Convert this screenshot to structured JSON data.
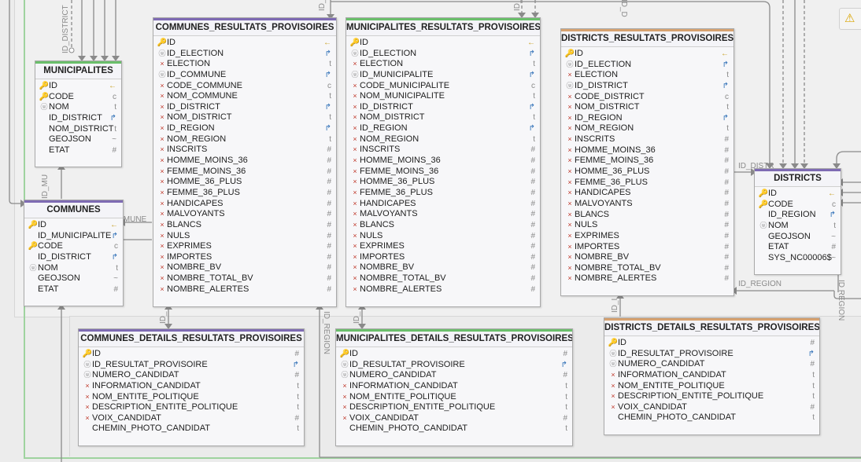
{
  "colors": {
    "purple": "#7e6bb3",
    "green": "#6bbf6b",
    "orange": "#d7a26f",
    "fk": "#2f6fb7",
    "key": "#c9a227"
  },
  "warning_icon": "warning-icon",
  "relation_labels": {
    "id_district_top": "ID_DISTRICT",
    "id_mu": "ID_MU",
    "imune": "IMUNE",
    "id_dist": "ID_DISTR",
    "id_region_right": "ID_REGION",
    "id_region_mid": "ID_REGION",
    "id_region_vert": "ID REGION",
    "id_small1": "ID_",
    "id_small2": "ID_",
    "id_small3": "ID_",
    "id_small4": "ID_",
    "id_i": "ID_I",
    "id_d": "ID_D"
  },
  "tables": {
    "municipalites": {
      "title": "MUNICIPALITES",
      "rows": [
        {
          "icon": "key",
          "name": "ID",
          "type": "←"
        },
        {
          "icon": "key-u",
          "name": "CODE",
          "type": "c"
        },
        {
          "icon": "u",
          "name": "NOM",
          "type": "t"
        },
        {
          "icon": "none",
          "name": "ID_DISTRICT",
          "type": "↱"
        },
        {
          "icon": "none",
          "name": "NOM_DISTRICT",
          "type": "t"
        },
        {
          "icon": "none",
          "name": "GEOJSON",
          "type": "~"
        },
        {
          "icon": "none",
          "name": "ETAT",
          "type": "#"
        }
      ]
    },
    "communes": {
      "title": "COMMUNES",
      "rows": [
        {
          "icon": "key",
          "name": "ID",
          "type": "←"
        },
        {
          "icon": "none",
          "name": "ID_MUNICIPALITE",
          "type": "↱"
        },
        {
          "icon": "key-u",
          "name": "CODE",
          "type": "c"
        },
        {
          "icon": "none",
          "name": "ID_DISTRICT",
          "type": "↱"
        },
        {
          "icon": "u",
          "name": "NOM",
          "type": "t"
        },
        {
          "icon": "none",
          "name": "GEOJSON",
          "type": "~"
        },
        {
          "icon": "none",
          "name": "ETAT",
          "type": "#"
        }
      ]
    },
    "communes_resultats_provisoires": {
      "title": "COMMUNES_RESULTATS_PROVISOIRES",
      "rows": [
        {
          "icon": "key",
          "name": "ID",
          "type": "←"
        },
        {
          "icon": "u",
          "name": "ID_ELECTION",
          "type": "↱"
        },
        {
          "icon": "x",
          "name": "ELECTION",
          "type": "t"
        },
        {
          "icon": "u",
          "name": "ID_COMMUNE",
          "type": "↱"
        },
        {
          "icon": "x",
          "name": "CODE_COMMUNE",
          "type": "c"
        },
        {
          "icon": "x",
          "name": "NOM_COMMUNE",
          "type": "t"
        },
        {
          "icon": "x",
          "name": "ID_DISTRICT",
          "type": "↱"
        },
        {
          "icon": "x",
          "name": "NOM_DISTRICT",
          "type": "t"
        },
        {
          "icon": "x",
          "name": "ID_REGION",
          "type": "↱"
        },
        {
          "icon": "x",
          "name": "NOM_REGION",
          "type": "t"
        },
        {
          "icon": "x",
          "name": "INSCRITS",
          "type": "#"
        },
        {
          "icon": "x",
          "name": "HOMME_MOINS_36",
          "type": "#"
        },
        {
          "icon": "x",
          "name": "FEMME_MOINS_36",
          "type": "#"
        },
        {
          "icon": "x",
          "name": "HOMME_36_PLUS",
          "type": "#"
        },
        {
          "icon": "x",
          "name": "FEMME_36_PLUS",
          "type": "#"
        },
        {
          "icon": "x",
          "name": "HANDICAPES",
          "type": "#"
        },
        {
          "icon": "x",
          "name": "MALVOYANTS",
          "type": "#"
        },
        {
          "icon": "x",
          "name": "BLANCS",
          "type": "#"
        },
        {
          "icon": "x",
          "name": "NULS",
          "type": "#"
        },
        {
          "icon": "x",
          "name": "EXPRIMES",
          "type": "#"
        },
        {
          "icon": "x",
          "name": "IMPORTES",
          "type": "#"
        },
        {
          "icon": "x",
          "name": "NOMBRE_BV",
          "type": "#"
        },
        {
          "icon": "x",
          "name": "NOMBRE_TOTAL_BV",
          "type": "#"
        },
        {
          "icon": "x",
          "name": "NOMBRE_ALERTES",
          "type": "#"
        }
      ]
    },
    "municipalites_resultats_provisoires": {
      "title": "MUNICIPALITES_RESULTATS_PROVISOIRES",
      "rows": [
        {
          "icon": "key",
          "name": "ID",
          "type": "←"
        },
        {
          "icon": "u",
          "name": "ID_ELECTION",
          "type": "↱"
        },
        {
          "icon": "x",
          "name": "ELECTION",
          "type": "t"
        },
        {
          "icon": "u",
          "name": "ID_MUNICIPALITE",
          "type": "↱"
        },
        {
          "icon": "x",
          "name": "CODE_MUNICIPALITE",
          "type": "c"
        },
        {
          "icon": "x",
          "name": "NOM_MUNICIPALITE",
          "type": "t"
        },
        {
          "icon": "x",
          "name": "ID_DISTRICT",
          "type": "↱"
        },
        {
          "icon": "x",
          "name": "NOM_DISTRICT",
          "type": "t"
        },
        {
          "icon": "x",
          "name": "ID_REGION",
          "type": "↱"
        },
        {
          "icon": "x",
          "name": "NOM_REGION",
          "type": "t"
        },
        {
          "icon": "x",
          "name": "INSCRITS",
          "type": "#"
        },
        {
          "icon": "x",
          "name": "HOMME_MOINS_36",
          "type": "#"
        },
        {
          "icon": "x",
          "name": "FEMME_MOINS_36",
          "type": "#"
        },
        {
          "icon": "x",
          "name": "HOMME_36_PLUS",
          "type": "#"
        },
        {
          "icon": "x",
          "name": "FEMME_36_PLUS",
          "type": "#"
        },
        {
          "icon": "x",
          "name": "HANDICAPES",
          "type": "#"
        },
        {
          "icon": "x",
          "name": "MALVOYANTS",
          "type": "#"
        },
        {
          "icon": "x",
          "name": "BLANCS",
          "type": "#"
        },
        {
          "icon": "x",
          "name": "NULS",
          "type": "#"
        },
        {
          "icon": "x",
          "name": "EXPRIMES",
          "type": "#"
        },
        {
          "icon": "x",
          "name": "IMPORTES",
          "type": "#"
        },
        {
          "icon": "x",
          "name": "NOMBRE_BV",
          "type": "#"
        },
        {
          "icon": "x",
          "name": "NOMBRE_TOTAL_BV",
          "type": "#"
        },
        {
          "icon": "x",
          "name": "NOMBRE_ALERTES",
          "type": "#"
        }
      ]
    },
    "districts_resultats_provisoires": {
      "title": "DISTRICTS_RESULTATS_PROVISOIRES",
      "rows": [
        {
          "icon": "key",
          "name": "ID",
          "type": "←"
        },
        {
          "icon": "u",
          "name": "ID_ELECTION",
          "type": "↱"
        },
        {
          "icon": "x",
          "name": "ELECTION",
          "type": "t"
        },
        {
          "icon": "u",
          "name": "ID_DISTRICT",
          "type": "↱"
        },
        {
          "icon": "x",
          "name": "CODE_DISTRICT",
          "type": "c"
        },
        {
          "icon": "x",
          "name": "NOM_DISTRICT",
          "type": "t"
        },
        {
          "icon": "x",
          "name": "ID_REGION",
          "type": "↱"
        },
        {
          "icon": "x",
          "name": "NOM_REGION",
          "type": "t"
        },
        {
          "icon": "x",
          "name": "INSCRITS",
          "type": "#"
        },
        {
          "icon": "x",
          "name": "HOMME_MOINS_36",
          "type": "#"
        },
        {
          "icon": "x",
          "name": "FEMME_MOINS_36",
          "type": "#"
        },
        {
          "icon": "x",
          "name": "HOMME_36_PLUS",
          "type": "#"
        },
        {
          "icon": "x",
          "name": "FEMME_36_PLUS",
          "type": "#"
        },
        {
          "icon": "x",
          "name": "HANDICAPES",
          "type": "#"
        },
        {
          "icon": "x",
          "name": "MALVOYANTS",
          "type": "#"
        },
        {
          "icon": "x",
          "name": "BLANCS",
          "type": "#"
        },
        {
          "icon": "x",
          "name": "NULS",
          "type": "#"
        },
        {
          "icon": "x",
          "name": "EXPRIMES",
          "type": "#"
        },
        {
          "icon": "x",
          "name": "IMPORTES",
          "type": "#"
        },
        {
          "icon": "x",
          "name": "NOMBRE_BV",
          "type": "#"
        },
        {
          "icon": "x",
          "name": "NOMBRE_TOTAL_BV",
          "type": "#"
        },
        {
          "icon": "x",
          "name": "NOMBRE_ALERTES",
          "type": "#"
        }
      ]
    },
    "districts": {
      "title": "DISTRICTS",
      "rows": [
        {
          "icon": "key",
          "name": "ID",
          "type": "←"
        },
        {
          "icon": "key-u",
          "name": "CODE",
          "type": "c"
        },
        {
          "icon": "none",
          "name": "ID_REGION",
          "type": "↱"
        },
        {
          "icon": "u",
          "name": "NOM",
          "type": "t"
        },
        {
          "icon": "none",
          "name": "GEOJSON",
          "type": "~"
        },
        {
          "icon": "none",
          "name": "ETAT",
          "type": "#"
        },
        {
          "icon": "none",
          "name": "SYS_NC00006$",
          "type": "~"
        }
      ]
    },
    "communes_details_resultats_provisoires": {
      "title": "COMMUNES_DETAILS_RESULTATS_PROVISOIRES",
      "rows": [
        {
          "icon": "key",
          "name": "ID",
          "type": "#"
        },
        {
          "icon": "u",
          "name": "ID_RESULTAT_PROVISOIRE",
          "type": "↱"
        },
        {
          "icon": "u",
          "name": "NUMERO_CANDIDAT",
          "type": "#"
        },
        {
          "icon": "x",
          "name": "INFORMATION_CANDIDAT",
          "type": "t"
        },
        {
          "icon": "x",
          "name": "NOM_ENTITE_POLITIQUE",
          "type": "t"
        },
        {
          "icon": "x",
          "name": "DESCRIPTION_ENTITE_POLITIQUE",
          "type": "t"
        },
        {
          "icon": "x",
          "name": "VOIX_CANDIDAT",
          "type": "#"
        },
        {
          "icon": "none",
          "name": "CHEMIN_PHOTO_CANDIDAT",
          "type": "t"
        }
      ]
    },
    "municipalites_details_resultats_provisoires": {
      "title": "MUNICIPALITES_DETAILS_RESULTATS_PROVISOIRES",
      "rows": [
        {
          "icon": "key",
          "name": "ID",
          "type": "#"
        },
        {
          "icon": "u",
          "name": "ID_RESULTAT_PROVISOIRE",
          "type": "↱"
        },
        {
          "icon": "u",
          "name": "NUMERO_CANDIDAT",
          "type": "#"
        },
        {
          "icon": "x",
          "name": "INFORMATION_CANDIDAT",
          "type": "t"
        },
        {
          "icon": "x",
          "name": "NOM_ENTITE_POLITIQUE",
          "type": "t"
        },
        {
          "icon": "x",
          "name": "DESCRIPTION_ENTITE_POLITIQUE",
          "type": "t"
        },
        {
          "icon": "x",
          "name": "VOIX_CANDIDAT",
          "type": "#"
        },
        {
          "icon": "none",
          "name": "CHEMIN_PHOTO_CANDIDAT",
          "type": "t"
        }
      ]
    },
    "districts_details_resultats_provisoires": {
      "title": "DISTRICTS_DETAILS_RESULTATS_PROVISOIRES",
      "rows": [
        {
          "icon": "key",
          "name": "ID",
          "type": "#"
        },
        {
          "icon": "u",
          "name": "ID_RESULTAT_PROVISOIRE",
          "type": "↱"
        },
        {
          "icon": "u",
          "name": "NUMERO_CANDIDAT",
          "type": "#"
        },
        {
          "icon": "x",
          "name": "INFORMATION_CANDIDAT",
          "type": "t"
        },
        {
          "icon": "x",
          "name": "NOM_ENTITE_POLITIQUE",
          "type": "t"
        },
        {
          "icon": "x",
          "name": "DESCRIPTION_ENTITE_POLITIQUE",
          "type": "t"
        },
        {
          "icon": "x",
          "name": "VOIX_CANDIDAT",
          "type": "#"
        },
        {
          "icon": "none",
          "name": "CHEMIN_PHOTO_CANDIDAT",
          "type": "t"
        }
      ]
    }
  }
}
